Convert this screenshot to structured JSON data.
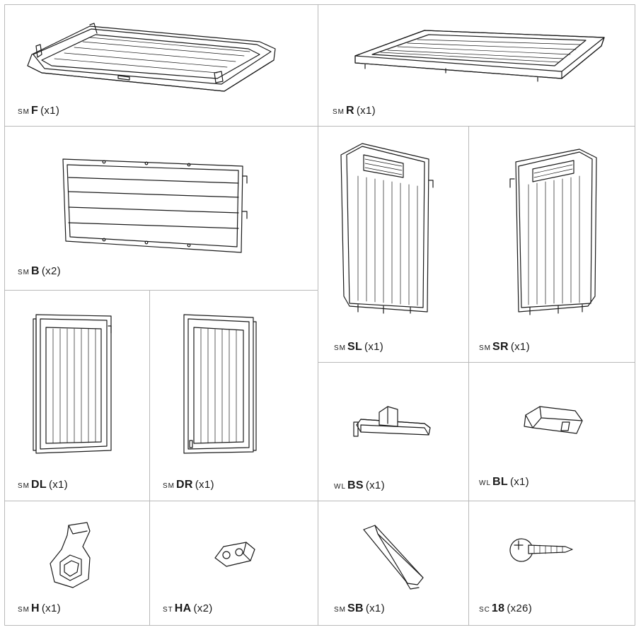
{
  "parts": {
    "F": {
      "prefix": "SM",
      "code": "F",
      "qty": "(x1)"
    },
    "R": {
      "prefix": "SM",
      "code": "R",
      "qty": "(x1)"
    },
    "B": {
      "prefix": "SM",
      "code": "B",
      "qty": "(x2)"
    },
    "SL": {
      "prefix": "SM",
      "code": "SL",
      "qty": "(x1)"
    },
    "SR": {
      "prefix": "SM",
      "code": "SR",
      "qty": "(x1)"
    },
    "DL": {
      "prefix": "SM",
      "code": "DL",
      "qty": "(x1)"
    },
    "DR": {
      "prefix": "SM",
      "code": "DR",
      "qty": "(x1)"
    },
    "BS": {
      "prefix": "WL",
      "code": "BS",
      "qty": "(x1)"
    },
    "BL": {
      "prefix": "WL",
      "code": "BL",
      "qty": "(x1)"
    },
    "H": {
      "prefix": "SM",
      "code": "H",
      "qty": "(x1)"
    },
    "HA": {
      "prefix": "ST",
      "code": "HA",
      "qty": "(x2)"
    },
    "SB": {
      "prefix": "SM",
      "code": "SB",
      "qty": "(x1)"
    },
    "18": {
      "prefix": "SC",
      "code": "18",
      "qty": "(x26)"
    }
  },
  "colors": {
    "line": "#1a1a1a",
    "grid": "#b9b9b9",
    "background": "#ffffff"
  }
}
